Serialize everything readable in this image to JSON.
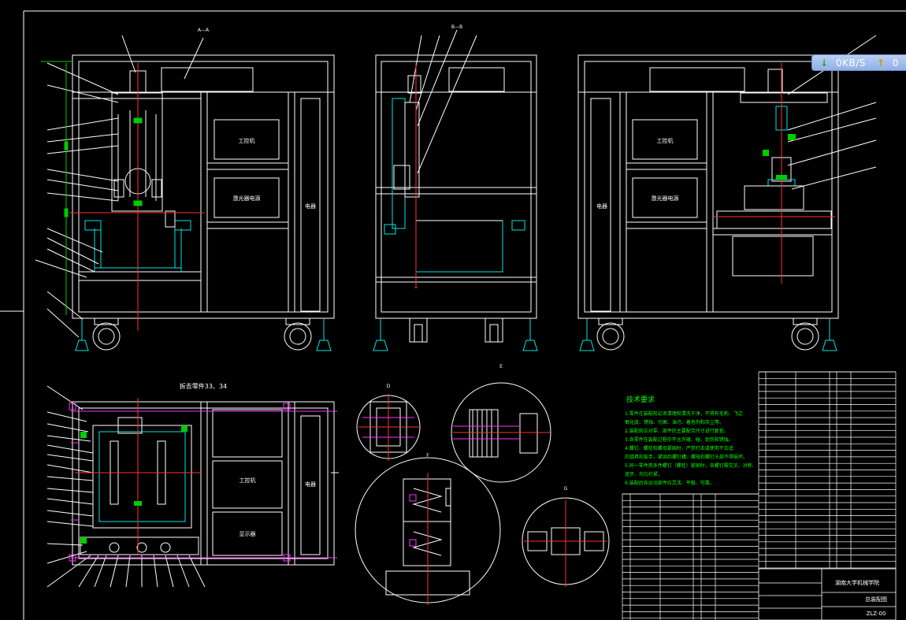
{
  "drawing": {
    "section_label": "A—A",
    "section_b_label": "B—B",
    "view_d_label": "D",
    "view_e_label": "E",
    "view_f_label": "F",
    "view_g_label": "G",
    "box_ipc": "工控机",
    "box_laser_power": "激光器电源",
    "box_laser_power_right": "激光器电源",
    "box_electrical_left": "电器",
    "box_electrical_mid": "电器",
    "box_ipc_bottom": "工控机",
    "box_electrical_bottom": "电器",
    "box_display": "显示器",
    "removed_parts": "拆去零件33、34",
    "tech_title": "技术要求",
    "tech_lines": [
      "1.零件在装配前必须清理和清洗干净，不得有毛刺、飞边",
      "  氧化皮、锈蚀、切屑、油污、着色剂和灰尘等。",
      "2.装配前应对零、部件的主要配合尺寸进行复查。",
      "3.各零件在装配过程中不允许磕、碰、划伤和锈蚀。",
      "4.螺钉、螺栓和螺母紧固时，严禁打击或使用不合适",
      "  的旋具和扳手，紧固后螺钉槽、螺母和螺钉头部不得损坏。",
      "5.同一零件用多件螺钉（螺栓）紧固时，各螺钉需交叉、对称、",
      "  逐步、均匀拧紧。",
      "6.装配后各运动部件应灵活、平稳、可靠。"
    ],
    "title_block": {
      "school": "湖南大学机械学院",
      "drawing_name": "总装配图",
      "drawing_no": "ZLZ-00"
    }
  },
  "net_widget": {
    "download_rate": "0KB/S",
    "upload_rate": "0"
  },
  "colors": {
    "line": "#ffffff",
    "center": "#ff3030",
    "cyan": "#00e5e5",
    "green": "#00cc00",
    "magenta": "#ff30ff",
    "text_green": "#00ff00"
  }
}
